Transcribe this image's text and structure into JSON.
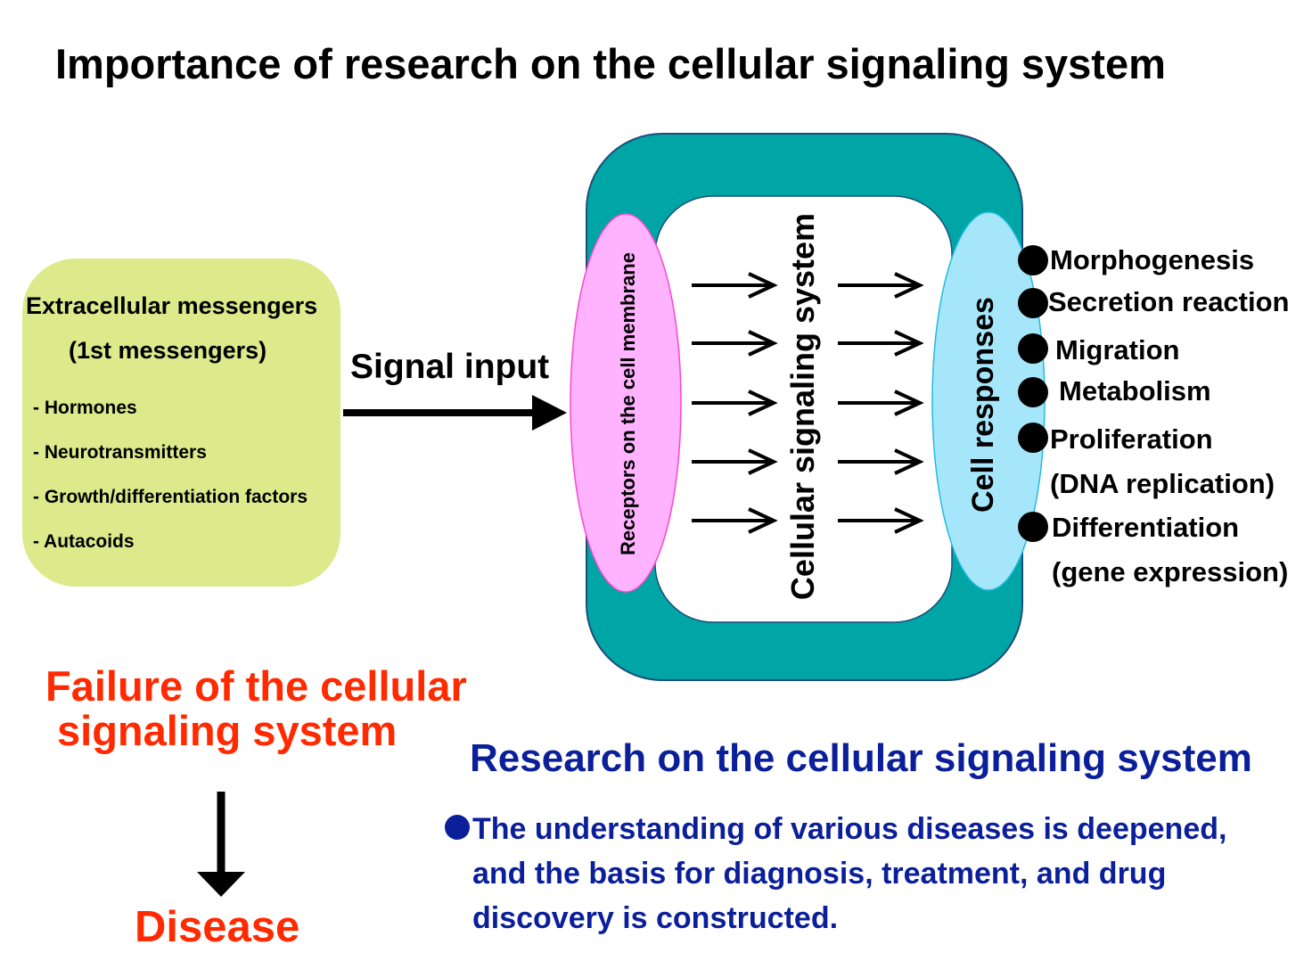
{
  "title": "Importance of research on the cellular signaling system",
  "messengers": {
    "heading": "Extracellular messengers",
    "subheading": "(1st messengers)",
    "items": [
      "- Hormones",
      "- Neurotransmitters",
      "- Growth/differentiation factors",
      "- Autacoids"
    ]
  },
  "signal_input": "Signal input",
  "receptors": "Receptors on the cell membrane",
  "signaling_system": "Cellular signaling system",
  "cell_responses": "Cell responses",
  "responses": [
    "Morphogenesis",
    "Secretion reaction",
    "Migration",
    "Metabolism",
    "Proliferation",
    "(DNA replication)",
    "Differentiation",
    "(gene expression)"
  ],
  "failure": {
    "line1": "Failure of the cellular",
    "line2": "signaling system",
    "result": "Disease"
  },
  "research": {
    "heading": "Research on the cellular signaling system",
    "lines": [
      "The understanding of various diseases is deepened,",
      "and the basis for diagnosis, treatment, and drug",
      "discovery is constructed."
    ]
  },
  "colors": {
    "teal": "#00a6a6",
    "pink": "#ffb3ff",
    "lightblue": "#a6e6fa",
    "green": "#dcea8c",
    "red": "#ff2a00",
    "navy": "#0a1f99"
  }
}
